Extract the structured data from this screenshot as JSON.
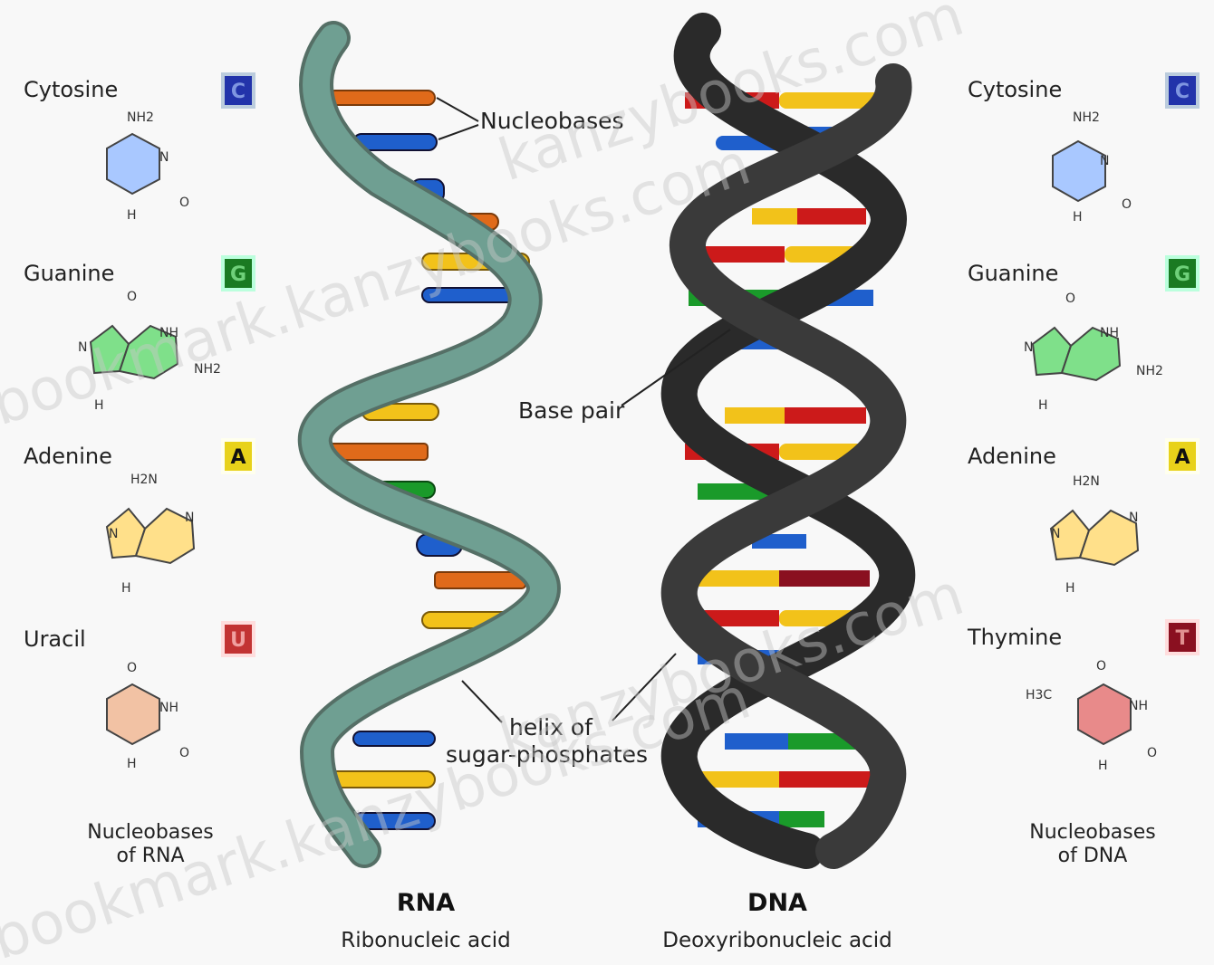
{
  "rna": {
    "title": "RNA",
    "subtitle": "Ribonucleic acid",
    "caption_line1": "Nucleobases",
    "caption_line2": "of RNA",
    "bases": [
      {
        "name": "Cytosine",
        "letter": "C",
        "color": "#2233aa"
      },
      {
        "name": "Guanine",
        "letter": "G",
        "color": "#1a7a22"
      },
      {
        "name": "Adenine",
        "letter": "A",
        "color": "#e8d21a"
      },
      {
        "name": "Uracil",
        "letter": "U",
        "color": "#c23333"
      }
    ]
  },
  "dna": {
    "title": "DNA",
    "subtitle": "Deoxyribonucleic acid",
    "caption_line1": "Nucleobases",
    "caption_line2": "of DNA",
    "bases": [
      {
        "name": "Cytosine",
        "letter": "C",
        "color": "#2233aa"
      },
      {
        "name": "Guanine",
        "letter": "G",
        "color": "#1a7a22"
      },
      {
        "name": "Adenine",
        "letter": "A",
        "color": "#e8d21a"
      },
      {
        "name": "Thymine",
        "letter": "T",
        "color": "#8a1020"
      }
    ]
  },
  "labels": {
    "nucleobases": "Nucleobases",
    "base_pair": "Base pair",
    "helix_line1": "helix of",
    "helix_line2": "sugar-phosphates"
  },
  "atoms": {
    "nh2": "NH2",
    "h2n": "H2N",
    "n": "N",
    "h": "H",
    "nh": "NH",
    "o": "O",
    "h3c": "H3C"
  },
  "watermarks": [
    "bookmark.kanzybooks.com",
    "kanzybooks.com",
    "bookmark.kanzybooks.com",
    "kanzybooks.com"
  ],
  "colors": {
    "cytosine": "#1f5fcc",
    "guanine": "#1a9a2a",
    "adenine": "#f2c21a",
    "uracil": "#e06a1a",
    "thymine": "#cc1a1a",
    "rna_backbone": "#6f9f92",
    "dna_backbone": "#3a3a3a"
  }
}
